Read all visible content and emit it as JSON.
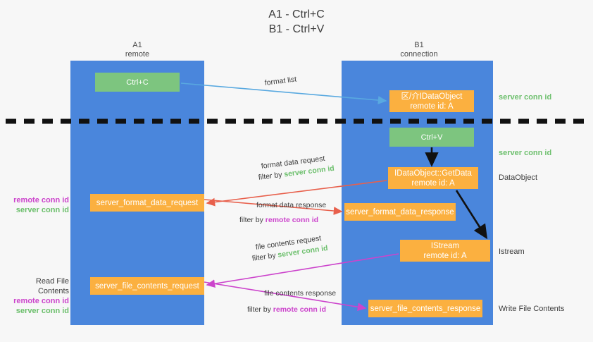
{
  "title": {
    "line1": "A1 - Ctrl+C",
    "line2": "B1 - Ctrl+V"
  },
  "lanes": [
    {
      "id": "a1",
      "title": "A1",
      "subtitle": "remote",
      "color": "#4a86dc"
    },
    {
      "id": "b1",
      "title": "B1",
      "subtitle": "connection",
      "color": "#4a86dc"
    }
  ],
  "colors": {
    "lane": "#4a86dc",
    "message": "#fbb040",
    "action": "#7dc57f",
    "server_conn": "#6cbf6c",
    "remote_conn": "#cc44cc",
    "arrow_blue": "#59a9e0",
    "arrow_red": "#e8604c",
    "arrow_magenta": "#cc44cc",
    "arrow_black": "#111111",
    "divider": "#111111",
    "background": "#f7f7f7"
  },
  "boxes": {
    "ctrl_c": {
      "label": "Ctrl+C",
      "kind": "action"
    },
    "clipboard_idataobject": {
      "line1": "区/介IDataObject",
      "line2": "remote id: A",
      "kind": "message"
    },
    "ctrl_v": {
      "label": "Ctrl+V",
      "kind": "action"
    },
    "getdata": {
      "line1": "IDataObject::GetData",
      "line2": "remote id: A",
      "kind": "message"
    },
    "format_data_request": {
      "label": "server_format_data_request",
      "kind": "message"
    },
    "format_data_response": {
      "label": "server_format_data_response",
      "kind": "message"
    },
    "istream": {
      "line1": "IStream",
      "line2": "remote id: A",
      "kind": "message"
    },
    "file_contents_request": {
      "label": "server_file_contents_request",
      "kind": "message"
    },
    "file_contents_response": {
      "label": "server_file_contents_response",
      "kind": "message"
    }
  },
  "arrow_labels": {
    "format_list": "format list",
    "format_data_request": "format data request",
    "format_data_request_filter_prefix": "filter by ",
    "format_data_request_filter_value": "server conn id",
    "format_data_response": "format data response",
    "format_data_response_filter_prefix": "filter by ",
    "format_data_response_filter_value": "remote conn id",
    "file_contents_request": "file contents request",
    "file_contents_request_filter_prefix": "filter by ",
    "file_contents_request_filter_value": "server conn id",
    "file_contents_response": "file contents response",
    "file_contents_response_filter_prefix": "filter by ",
    "file_contents_response_filter_value": "remote conn id"
  },
  "annotations": {
    "server_conn_top": "server conn id",
    "server_conn_mid": "server conn id",
    "dataobject": "DataObject",
    "istream": "Istream",
    "write_file_contents": "Write File Contents",
    "read_file_contents": "Read File Contents",
    "remote_conn_left_1": "remote conn id",
    "server_conn_left_1": "server conn id",
    "remote_conn_left_2": "remote conn id",
    "server_conn_left_2": "server conn id"
  }
}
